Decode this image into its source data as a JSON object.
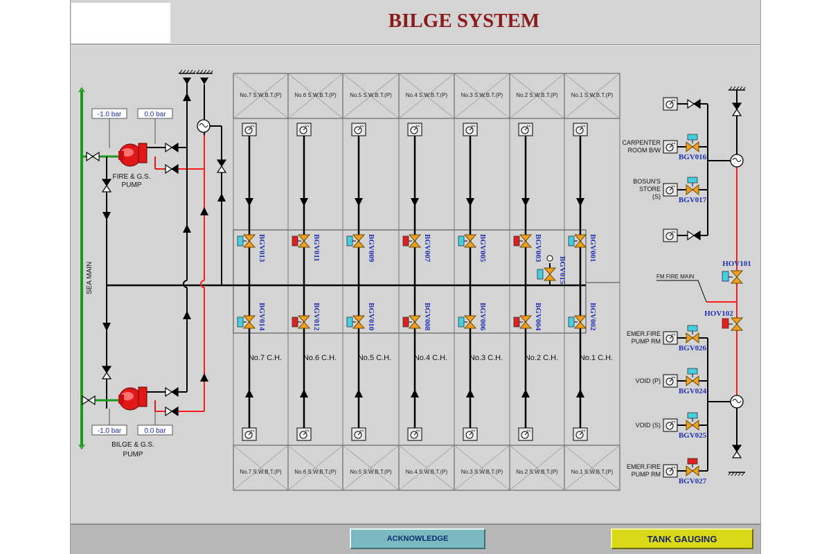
{
  "page": {
    "title": "BILGE SYSTEM"
  },
  "sea_main_label": "SEA MAIN",
  "pumps": [
    {
      "id": "fire-gs",
      "label_line1": "FIRE & G.S.",
      "label_line2": "PUMP",
      "suction": "-1.0 bar",
      "discharge": "0.0 bar"
    },
    {
      "id": "bilge-gs",
      "label_line1": "BILGE & G.S.",
      "label_line2": "PUMP",
      "suction": "-1.0 bar",
      "discharge": "0.0 bar"
    }
  ],
  "upper_tanks": [
    "No.7 S.W.B.T.(P)",
    "No.6 S.W.B.T.(P)",
    "No.5 S.W.B.T.(P)",
    "No.4 S.W.B.T.(P)",
    "No.3 S.W.B.T.(P)",
    "No.2 S.W.B.T.(P)",
    "No.1 S.W.B.T.(P)"
  ],
  "lower_tanks": [
    "No.7 S.W.B.T.(P)",
    "No.6 S.W.B.T.(P)",
    "No.5 S.W.B.T.(P)",
    "No.4 S.W.B.T.(P)",
    "No.3 S.W.B.T.(P)",
    "No.2 S.W.B.T.(P)",
    "No.1 S.W.B.T.(P)"
  ],
  "holds": [
    "No.7 C.H.",
    "No.6 C.H.",
    "No.5 C.H.",
    "No.4 C.H.",
    "No.3 C.H.",
    "No.2 C.H.",
    "No.1 C.H."
  ],
  "upper_valves": [
    "BGV013",
    "BGV011",
    "BGV009",
    "BGV007",
    "BGV005",
    "BGV003",
    "BGV001"
  ],
  "lower_valves": [
    "BGV014",
    "BGV012",
    "BGV010",
    "BGV008",
    "BGV006",
    "BGV004",
    "BGV002"
  ],
  "mid_valve": "BGV015",
  "right_spaces": [
    {
      "label_line1": "",
      "label_line2": "",
      "valve": ""
    },
    {
      "label_line1": "CARPENTER",
      "label_line2": "ROOM B/W",
      "valve": "BGV016"
    },
    {
      "label_line1": "BOSUN'S",
      "label_line2": "STORE",
      "label_line3": "(S)",
      "valve": "BGV017"
    },
    {
      "label_line1": "",
      "label_line2": "",
      "valve": ""
    },
    {
      "label_line1": "EMER.FIRE",
      "label_line2": "PUMP RM",
      "valve": "BGV026"
    },
    {
      "label_line1": "VOID (P)",
      "label_line2": "",
      "valve": "BGV024"
    },
    {
      "label_line1": "VOID (S)",
      "label_line2": "",
      "valve": "BGV025"
    },
    {
      "label_line1": "EMER.FIRE",
      "label_line2": "PUMP RM",
      "valve": "BGV027"
    }
  ],
  "hov": [
    "HOV101",
    "HOV102"
  ],
  "fm_fire_main": "FM FIRE MAIN",
  "buttons": {
    "acknowledge": "ACKNOWLEDGE",
    "tank_gauging": "TANK GAUGING"
  },
  "colors": {
    "title": "#8b1a1a",
    "valve_label": "#1f2fb3",
    "pipe_red": "#ff1a1a",
    "sea_main": "#1a9a1a",
    "valve_orange": "#f0a020"
  }
}
